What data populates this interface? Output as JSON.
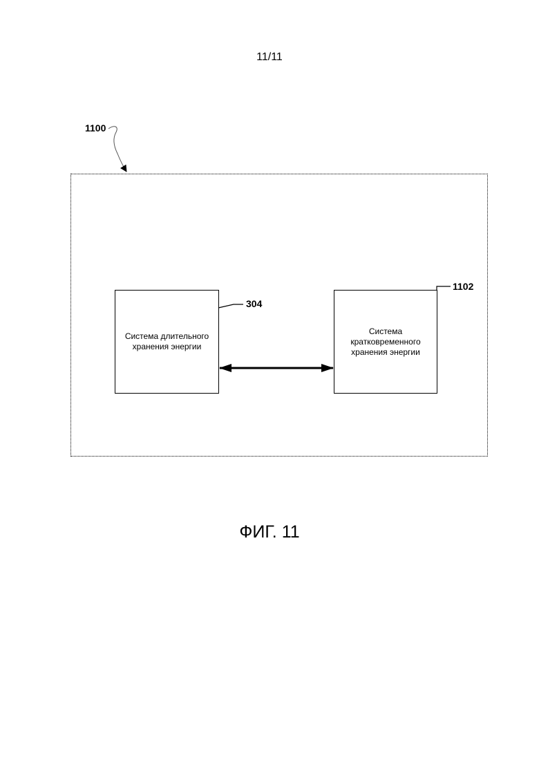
{
  "header": {
    "page_number": "11/11"
  },
  "figure": {
    "caption": "ФИГ. 11",
    "outer_ref": "1100",
    "left_block": {
      "ref": "304",
      "text": "Система длительного\nхранения энергии"
    },
    "right_block": {
      "ref": "1102",
      "text": "Система\nкратковременного\nхранения энергии"
    },
    "connector": "bidirectional-arrow"
  }
}
